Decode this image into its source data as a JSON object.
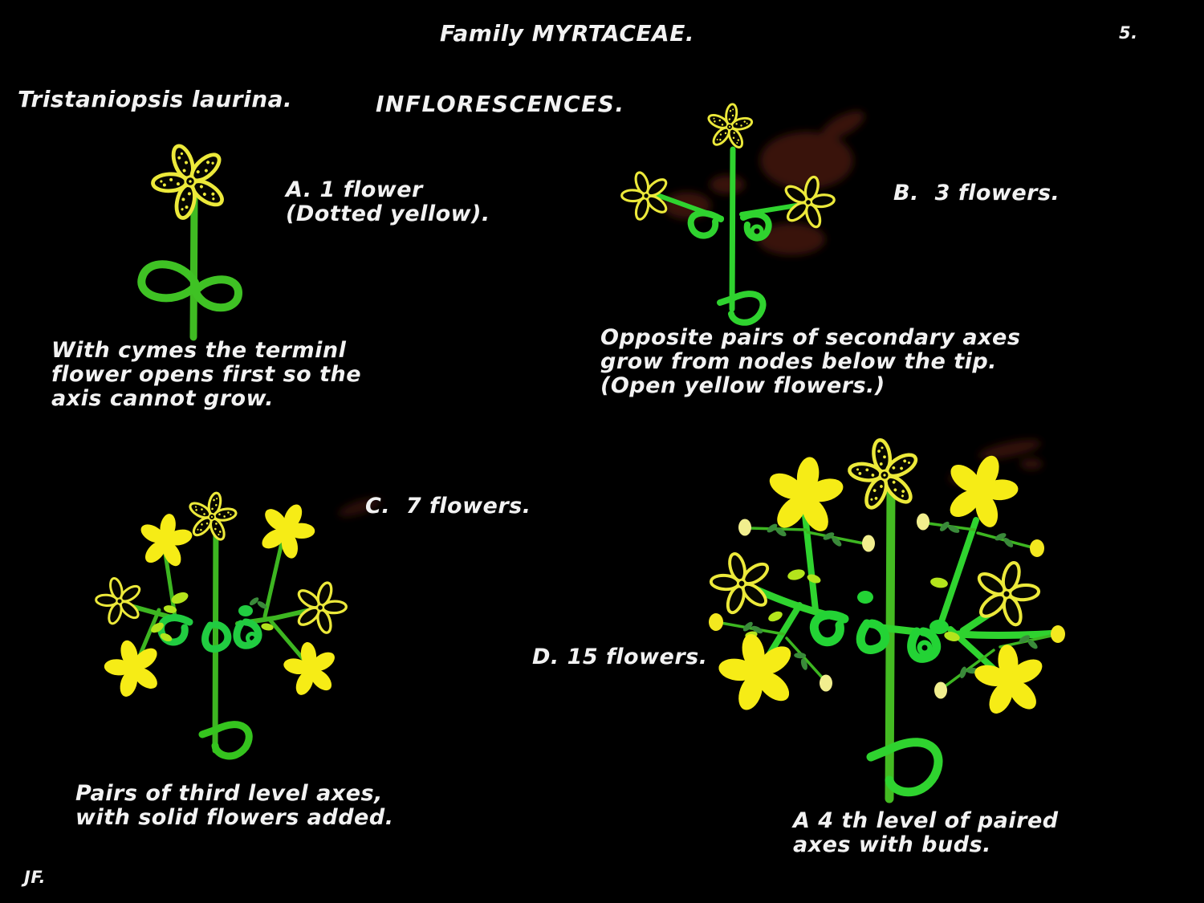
{
  "page": {
    "title": "Family MYRTACEAE.",
    "page_number": "5.",
    "species": "Tristaniopsis laurina.",
    "heading": "INFLORESCENCES.",
    "signature": "JF.",
    "background_color": "#000000",
    "text_color": "#f2f2f2"
  },
  "panels": {
    "a": {
      "label": "A. 1 flower\n(Dotted yellow).",
      "note": "With cymes the terminl\nflower opens first so the\naxis cannot grow."
    },
    "b": {
      "label": "B.  3 flowers.",
      "note": "Opposite pairs of secondary axes\ngrow from nodes below the tip.\n(Open yellow flowers.)"
    },
    "c": {
      "label": "C.  7 flowers.",
      "note": "Pairs of third level axes,\nwith solid flowers added."
    },
    "d": {
      "label": "D. 15 flowers.",
      "note": "A 4 th level of paired\naxes with buds."
    }
  },
  "icons": {
    "dotted_flower_icon": {
      "description": "terminal flower drawn in dotted yellow outline",
      "color": "#ece93a"
    },
    "open_flower_icon": {
      "description": "open yellow outline flower",
      "color": "#ece93a"
    },
    "solid_flower_icon": {
      "description": "solid filled yellow flower",
      "color": "#f6ec16"
    },
    "bud_icon": {
      "description": "small oval bud on 4th level axis",
      "color": "#f1ee8e"
    },
    "leaf_icon": {
      "description": "yellow-green leaf blob at node",
      "color": "#b4e41c"
    },
    "stem_loop_icon": {
      "description": "green loop leaf at stem base",
      "color": "#2fd32f"
    }
  },
  "colors": {
    "stem_green": "#3db621",
    "bright_green": "#23d335",
    "leaf_yellow_green": "#b4e41c",
    "dark_leaf_green": "#3a8a3a",
    "flower_outline_yellow": "#ece93a",
    "flower_solid_yellow": "#f6ec16",
    "bud_pale_yellow": "#f1ee8e",
    "smudge_maroon": "#40170a"
  }
}
